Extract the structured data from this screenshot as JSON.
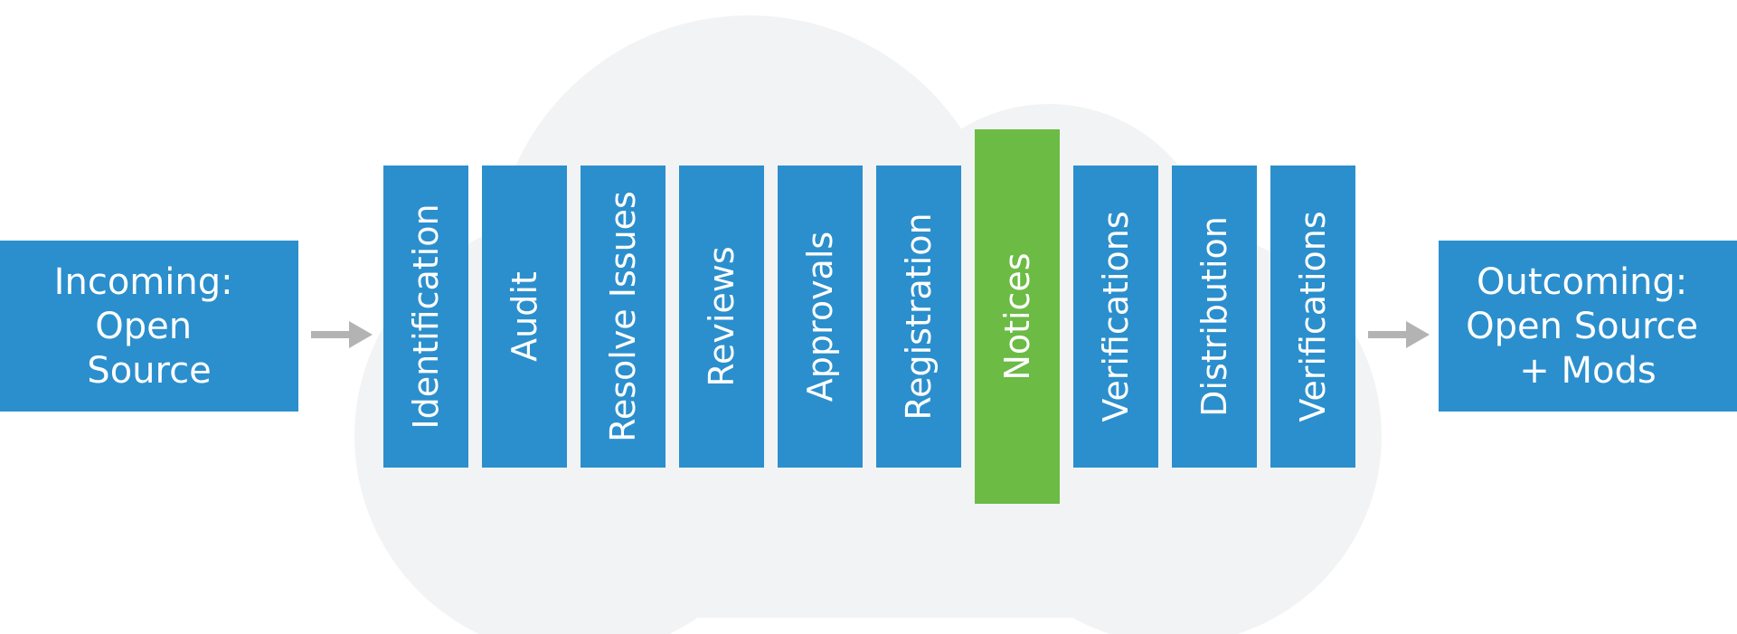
{
  "incoming": {
    "lines": [
      "Incoming:",
      "Open",
      "Source"
    ]
  },
  "outcoming": {
    "lines": [
      "Outcoming:",
      "Open Source",
      "+ Mods"
    ]
  },
  "stages": [
    {
      "label": "Identification",
      "highlighted": false
    },
    {
      "label": "Audit",
      "highlighted": false
    },
    {
      "label": "Resolve Issues",
      "highlighted": false
    },
    {
      "label": "Reviews",
      "highlighted": false
    },
    {
      "label": "Approvals",
      "highlighted": false
    },
    {
      "label": "Registration",
      "highlighted": false
    },
    {
      "label": "Notices",
      "highlighted": true
    },
    {
      "label": "Verifications",
      "highlighted": false
    },
    {
      "label": "Distribution",
      "highlighted": false
    },
    {
      "label": "Verifications",
      "highlighted": false
    }
  ],
  "colors": {
    "box": "#2b8fcd",
    "highlight": "#6bbb45",
    "cloud": "#f2f3f4",
    "arrow": "#b3b3b3",
    "text": "#ffffff"
  }
}
